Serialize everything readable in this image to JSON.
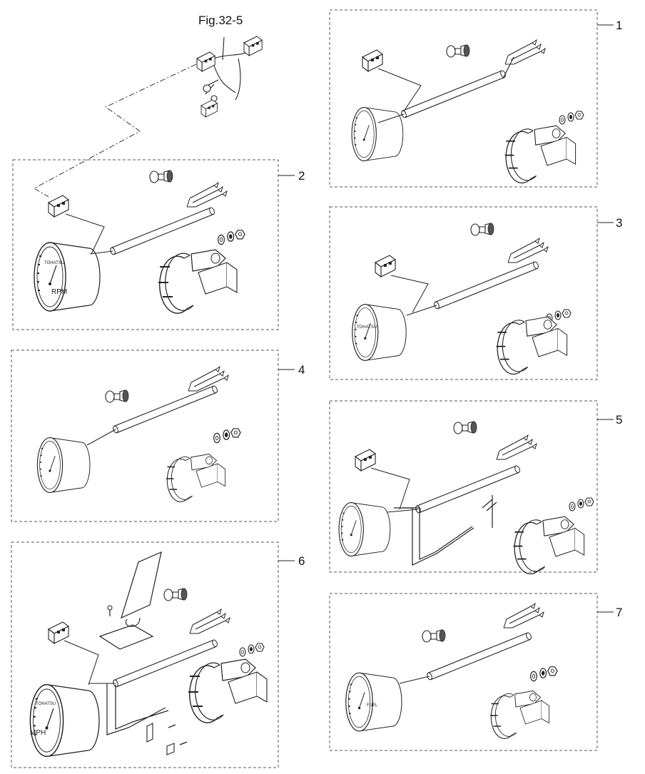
{
  "figure_ref": "Fig.32-5",
  "callouts": {
    "p1": "1",
    "p2": "2",
    "p3": "3",
    "p4": "4",
    "p5": "5",
    "p6": "6",
    "p7": "7"
  },
  "gauge_faces": {
    "p2_brand": "TOHATSU",
    "p2_unit": "RPM",
    "p3_brand": "TOHATSU",
    "p6_brand": "TOHATSU",
    "p6_unit": "MPH",
    "p7_unit": "FUEL"
  },
  "colors": {
    "line": "#222222",
    "panel_border": "#555555",
    "background": "#ffffff"
  }
}
